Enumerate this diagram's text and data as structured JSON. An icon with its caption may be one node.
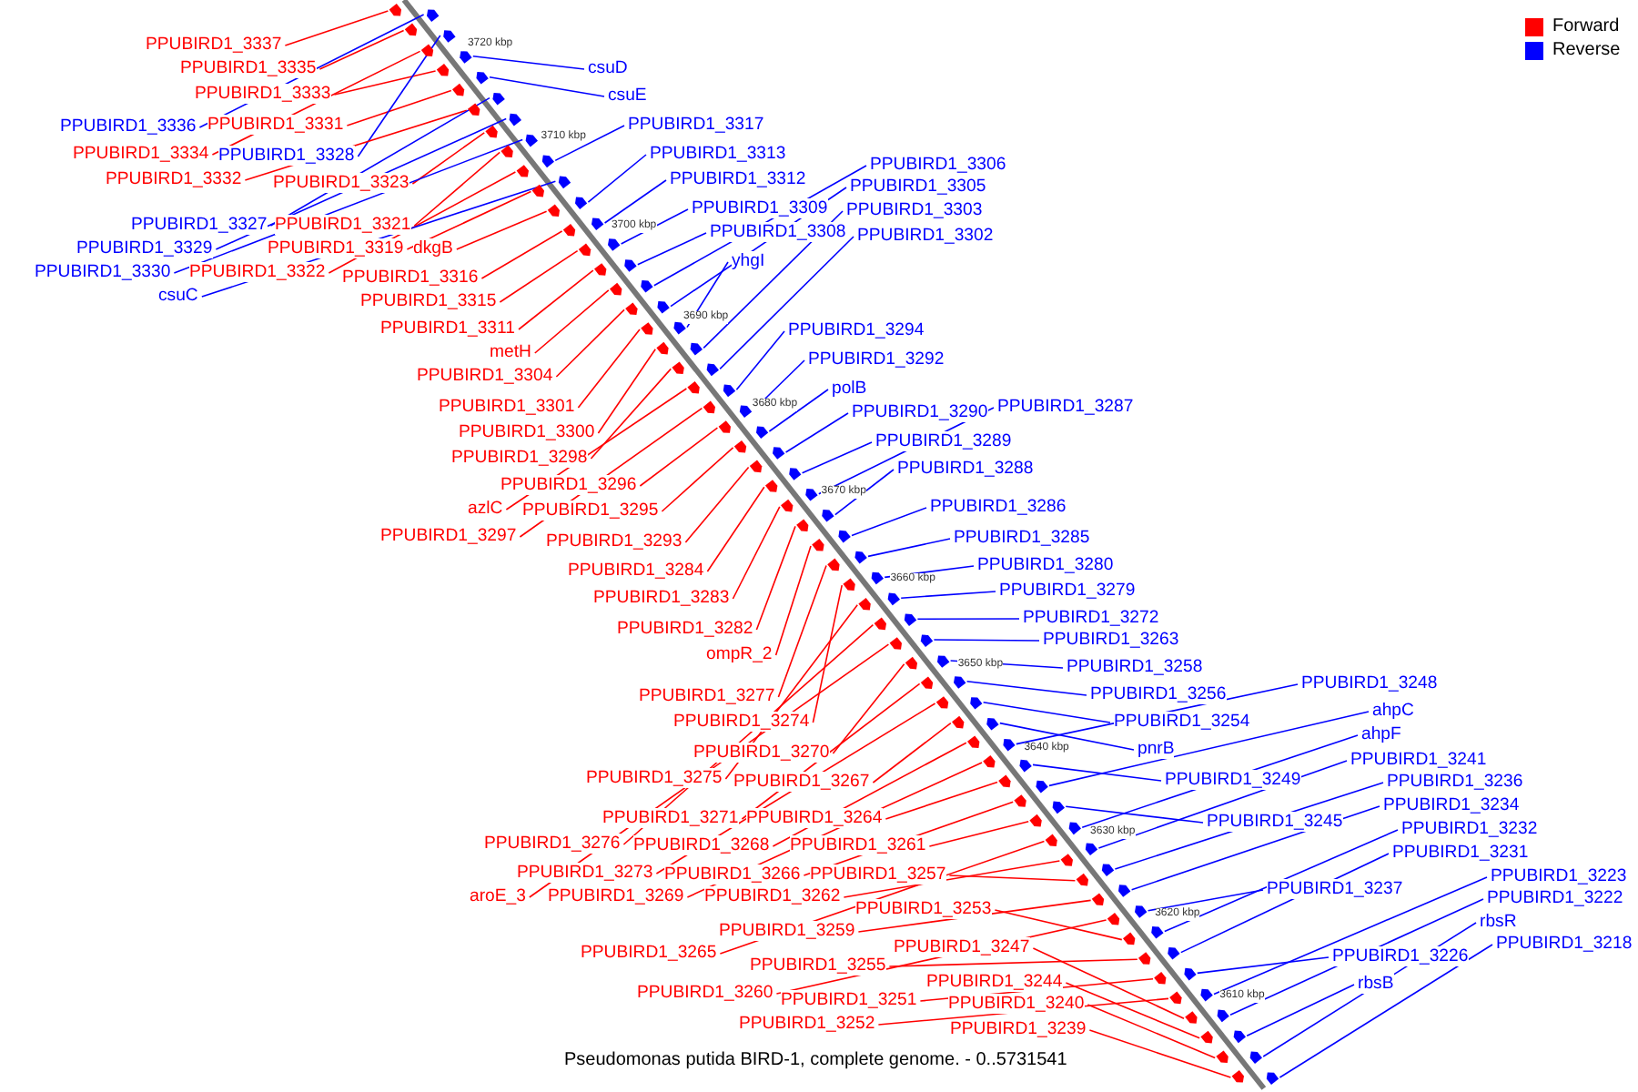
{
  "diagram": {
    "caption": "Pseudomonas putida BIRD-1, complete genome. - 0..5731541",
    "nodes": [
      {
        "text": [
          "PPUBIRD1_3337"
        ]
      },
      {
        "text": [
          "csuD"
        ]
      },
      {
        "text": [
          "PPUBIRD1_3335"
        ]
      },
      {
        "text": [
          "PPUBIRD1_3333"
        ]
      },
      {
        "text": [
          "csuE"
        ]
      },
      {
        "text": [
          "PPUBIRD1_3317"
        ]
      },
      {
        "text": [
          "PPUBIRD1_3336"
        ]
      },
      {
        "text": [
          "PPUBIRD1_3331"
        ]
      },
      {
        "text": [
          "PPUBIRD1_3334"
        ]
      },
      {
        "text": [
          "PPUBIRD1_3328"
        ]
      },
      {
        "text": [
          "PPUBIRD1_3313"
        ]
      },
      {
        "text": [
          "PPUBIRD1_3306"
        ]
      },
      {
        "text": [
          "PPUBIRD1_3332"
        ]
      },
      {
        "text": [
          "PPUBIRD1_3323"
        ]
      },
      {
        "text": [
          "PPUBIRD1_3312"
        ]
      },
      {
        "text": [
          "PPUBIRD1_3305"
        ]
      },
      {
        "text": [
          "PPUBIRD1_3309"
        ]
      },
      {
        "text": [
          "PPUBIRD1_3303"
        ]
      },
      {
        "text": [
          "PPUBIRD1_3327"
        ]
      },
      {
        "text": [
          "PPUBIRD1_3321"
        ]
      },
      {
        "text": [
          "PPUBIRD1_3308"
        ]
      },
      {
        "text": [
          "PPUBIRD1_3302"
        ]
      },
      {
        "text": [
          "PPUBIRD1_3329"
        ]
      },
      {
        "text": [
          "PPUBIRD1_3319"
        ]
      },
      {
        "text": [
          "dkgB"
        ]
      },
      {
        "text": [
          "yhgI"
        ]
      },
      {
        "text": [
          "PPUBIRD1_3330"
        ]
      },
      {
        "text": [
          "PPUBIRD1_3322"
        ]
      },
      {
        "text": [
          "PPUBIRD1_3316"
        ]
      },
      {
        "text": [
          "csuC"
        ]
      },
      {
        "text": [
          "PPUBIRD1_3315"
        ]
      },
      {
        "text": [
          "PPUBIRD1_3311"
        ]
      },
      {
        "text": [
          "PPUBIRD1_3294"
        ]
      },
      {
        "text": [
          "metH"
        ]
      },
      {
        "text": [
          "PPUBIRD1_3292"
        ]
      },
      {
        "text": [
          "PPUBIRD1_3304"
        ]
      },
      {
        "text": [
          "polB"
        ]
      },
      {
        "text": [
          "PPUBIRD1_3301"
        ]
      },
      {
        "text": [
          "PPUBIRD1_3287"
        ]
      },
      {
        "text": [
          "PPUBIRD1_3290"
        ]
      },
      {
        "text": [
          "PPUBIRD1_3300"
        ]
      },
      {
        "text": [
          "PPUBIRD1_3289"
        ]
      },
      {
        "text": [
          "PPUBIRD1_3298"
        ]
      },
      {
        "text": [
          "PPUBIRD1_3288"
        ]
      },
      {
        "text": [
          "PPUBIRD1_3296"
        ]
      },
      {
        "text": [
          "azlC"
        ]
      },
      {
        "text": [
          "PPUBIRD1_3286"
        ]
      },
      {
        "text": [
          "PPUBIRD1_3295"
        ]
      },
      {
        "text": [
          "PPUBIRD1_3297"
        ]
      },
      {
        "text": [
          "PPUBIRD1_3285"
        ]
      },
      {
        "text": [
          "PPUBIRD1_3293"
        ]
      },
      {
        "text": [
          "PPUBIRD1_3280"
        ]
      },
      {
        "text": [
          "PPUBIRD1_3284"
        ]
      },
      {
        "text": [
          "PPUBIRD1_3279"
        ]
      },
      {
        "text": [
          "PPUBIRD1_3283"
        ]
      },
      {
        "text": [
          "PPUBIRD1_3272"
        ]
      },
      {
        "text": [
          "PPUBIRD1_3282"
        ]
      },
      {
        "text": [
          "PPUBIRD1_3263"
        ]
      },
      {
        "text": [
          "ompR_2"
        ]
      },
      {
        "text": [
          "PPUBIRD1_3258"
        ]
      },
      {
        "text": [
          "PPUBIRD1_3248"
        ]
      },
      {
        "text": [
          "PPUBIRD1_3256"
        ]
      },
      {
        "text": [
          "PPUBIRD1_3277"
        ]
      },
      {
        "text": [
          "ahpC"
        ]
      },
      {
        "text": [
          "PPUBIRD1_3274"
        ]
      },
      {
        "text": [
          "PPUBIRD1_3254"
        ]
      },
      {
        "text": [
          "ahpF"
        ]
      },
      {
        "text": [
          "pnrB"
        ]
      },
      {
        "text": [
          "PPUBIRD1_3270"
        ]
      },
      {
        "text": [
          "PPUBIRD1_3241"
        ]
      },
      {
        "text": [
          "PPUBIRD1_3275"
        ]
      },
      {
        "text": [
          "PPUBIRD1_3249"
        ]
      },
      {
        "text": [
          "PPUBIRD1_3267"
        ]
      },
      {
        "text": [
          "PPUBIRD1_3236"
        ]
      },
      {
        "text": [
          "PPUBIRD1_3234"
        ]
      },
      {
        "text": [
          "PPUBIRD1_3271"
        ]
      },
      {
        "text": [
          "PPUBIRD1_3264"
        ]
      },
      {
        "text": [
          "PPUBIRD1_3245"
        ]
      },
      {
        "text": [
          "PPUBIRD1_3232"
        ]
      },
      {
        "text": [
          "PPUBIRD1_3276"
        ]
      },
      {
        "text": [
          "PPUBIRD1_3268"
        ]
      },
      {
        "text": [
          "PPUBIRD1_3261"
        ]
      },
      {
        "text": [
          "PPUBIRD1_3231"
        ]
      },
      {
        "text": [
          "PPUBIRD1_3273"
        ]
      },
      {
        "text": [
          "PPUBIRD1_3266"
        ]
      },
      {
        "text": [
          "PPUBIRD1_3257"
        ]
      },
      {
        "text": [
          "PPUBIRD1_3223"
        ]
      },
      {
        "text": [
          "PPUBIRD1_3237"
        ]
      },
      {
        "text": [
          "aroE_3"
        ]
      },
      {
        "text": [
          "PPUBIRD1_3269"
        ]
      },
      {
        "text": [
          "PPUBIRD1_3262"
        ]
      },
      {
        "text": [
          "PPUBIRD1_3222"
        ]
      },
      {
        "text": [
          "PPUBIRD1_3253"
        ]
      },
      {
        "text": [
          "rbsR"
        ]
      },
      {
        "text": [
          "PPUBIRD1_3259"
        ]
      },
      {
        "text": [
          "PPUBIRD1_3218"
        ]
      },
      {
        "text": [
          "PPUBIRD1_3247"
        ]
      },
      {
        "text": [
          "PPUBIRD1_3265"
        ]
      },
      {
        "text": [
          "PPUBIRD1_3226"
        ]
      },
      {
        "text": [
          "PPUBIRD1_3255"
        ]
      },
      {
        "text": [
          "PPUBIRD1_3244"
        ]
      },
      {
        "text": [
          "rbsB"
        ]
      },
      {
        "text": [
          "PPUBIRD1_3260"
        ]
      },
      {
        "text": [
          "PPUBIRD1_3251"
        ]
      },
      {
        "text": [
          "PPUBIRD1_3240"
        ]
      },
      {
        "text": [
          "PPUBIRD1_3252"
        ]
      },
      {
        "text": [
          "PPUBIRD1_3239"
        ]
      },
      {
        "text": [],
        "shape": "arrow"
      },
      {
        "text": [],
        "shape": "arrow"
      },
      {
        "text": [],
        "shape": "arrow"
      },
      {
        "text": [],
        "shape": "arrow"
      },
      {
        "text": [],
        "shape": "arrow"
      },
      {
        "text": [],
        "shape": "arrow"
      },
      {
        "text": [],
        "shape": "arrow"
      },
      {
        "text": [],
        "shape": "arrow"
      },
      {
        "text": [],
        "shape": "arrow"
      },
      {
        "text": [],
        "shape": "arrow"
      },
      {
        "text": [],
        "shape": "arrow"
      },
      {
        "text": [],
        "shape": "arrow"
      },
      {
        "text": [],
        "shape": "arrow"
      },
      {
        "text": [],
        "shape": "arrow"
      },
      {
        "text": [],
        "shape": "arrow"
      },
      {
        "text": [],
        "shape": "arrow"
      },
      {
        "text": [],
        "shape": "arrow"
      },
      {
        "text": [],
        "shape": "arrow"
      },
      {
        "text": [],
        "shape": "arrow"
      },
      {
        "text": [],
        "shape": "arrow"
      },
      {
        "text": [],
        "shape": "arrow"
      },
      {
        "text": [],
        "shape": "arrow"
      },
      {
        "text": [],
        "shape": "arrow"
      },
      {
        "text": [],
        "shape": "arrow"
      },
      {
        "text": [],
        "shape": "arrow"
      },
      {
        "text": [],
        "shape": "arrow"
      },
      {
        "text": [],
        "shape": "arrow"
      },
      {
        "text": [],
        "shape": "arrow"
      },
      {
        "text": [],
        "shape": "arrow"
      },
      {
        "text": [],
        "shape": "arrow"
      },
      {
        "text": [],
        "shape": "arrow"
      },
      {
        "text": [],
        "shape": "arrow"
      },
      {
        "text": [],
        "shape": "arrow"
      },
      {
        "text": [],
        "shape": "arrow"
      },
      {
        "text": [],
        "shape": "arrow"
      },
      {
        "text": [],
        "shape": "arrow"
      },
      {
        "text": [],
        "shape": "arrow"
      },
      {
        "text": [],
        "shape": "arrow"
      },
      {
        "text": [],
        "shape": "arrow"
      },
      {
        "text": [],
        "shape": "arrow"
      },
      {
        "text": [],
        "shape": "arrow"
      },
      {
        "text": [],
        "shape": "arrow"
      },
      {
        "text": [],
        "shape": "arrow"
      },
      {
        "text": [],
        "shape": "arrow"
      },
      {
        "text": [],
        "shape": "arrow"
      },
      {
        "text": [],
        "shape": "arrow"
      },
      {
        "text": [],
        "shape": "arrow"
      },
      {
        "text": [],
        "shape": "arrow"
      },
      {
        "text": [],
        "shape": "arrow"
      },
      {
        "text": [],
        "shape": "arrow"
      },
      {
        "text": [],
        "shape": "arrow"
      },
      {
        "text": [],
        "shape": "arrow"
      },
      {
        "text": [],
        "shape": "arrow"
      },
      {
        "text": [],
        "shape": "arrow"
      },
      {
        "text": [],
        "shape": "arrow"
      },
      {
        "text": [],
        "shape": "arrow"
      },
      {
        "text": [],
        "shape": "arrow"
      },
      {
        "text": [],
        "shape": "arrow"
      },
      {
        "text": [],
        "shape": "arrow"
      },
      {
        "text": [],
        "shape": "arrow"
      },
      {
        "text": [],
        "shape": "arrow"
      },
      {
        "text": [],
        "shape": "arrow"
      },
      {
        "text": [],
        "shape": "arrow"
      },
      {
        "text": [],
        "shape": "arrow"
      },
      {
        "text": [],
        "shape": "arrow"
      },
      {
        "text": [],
        "shape": "arrow"
      },
      {
        "text": [],
        "shape": "arrow"
      },
      {
        "text": [],
        "shape": "arrow"
      },
      {
        "text": [],
        "shape": "arrow"
      },
      {
        "text": [],
        "shape": "arrow"
      },
      {
        "text": [],
        "shape": "arrow"
      },
      {
        "text": [],
        "shape": "arrow"
      },
      {
        "text": [],
        "shape": "arrow"
      },
      {
        "text": [],
        "shape": "arrow"
      },
      {
        "text": [],
        "shape": "arrow"
      },
      {
        "text": [],
        "shape": "arrow"
      },
      {
        "text": [],
        "shape": "arrow"
      },
      {
        "text": [],
        "shape": "arrow"
      },
      {
        "text": [],
        "shape": "arrow"
      },
      {
        "text": [],
        "shape": "arrow"
      },
      {
        "text": [],
        "shape": "arrow"
      },
      {
        "text": [],
        "shape": "arrow"
      },
      {
        "text": [],
        "shape": "arrow"
      },
      {
        "text": [],
        "shape": "arrow"
      },
      {
        "text": [],
        "shape": "arrow"
      },
      {
        "text": [],
        "shape": "arrow"
      },
      {
        "text": [],
        "shape": "arrow"
      },
      {
        "text": [],
        "shape": "arrow"
      },
      {
        "text": [],
        "shape": "arrow"
      },
      {
        "text": [],
        "shape": "arrow"
      },
      {
        "text": [],
        "shape": "arrow"
      },
      {
        "text": [],
        "shape": "arrow"
      },
      {
        "text": [],
        "shape": "arrow"
      },
      {
        "text": [],
        "shape": "arrow"
      },
      {
        "text": [],
        "shape": "arrow"
      },
      {
        "text": [],
        "shape": "arrow"
      },
      {
        "text": [],
        "shape": "arrow"
      },
      {
        "text": [],
        "shape": "arrow"
      },
      {
        "text": [],
        "shape": "arrow"
      },
      {
        "text": [],
        "shape": "arrow"
      },
      {
        "text": [],
        "shape": "arrow"
      },
      {
        "text": [],
        "shape": "arrow"
      },
      {
        "text": [],
        "shape": "arrow"
      },
      {
        "text": [],
        "shape": "arrow"
      },
      {
        "text": [],
        "shape": "arrow"
      },
      {
        "text": [],
        "shape": "arrow"
      },
      {
        "text": [],
        "shape": "arrow"
      }
    ],
    "edges": [
      {
        "from": 0,
        "to": 107,
        "arrow": "none"
      },
      {
        "from": 1,
        "to": 108,
        "arrow": "none",
        "color": "#0000ff"
      },
      {
        "from": 2,
        "to": 109,
        "arrow": "none"
      },
      {
        "from": 3,
        "to": 110,
        "arrow": "none"
      },
      {
        "from": 4,
        "to": 111,
        "arrow": "none",
        "color": "#0000ff"
      },
      {
        "from": 5,
        "to": 112,
        "arrow": "none",
        "color": "#0000ff"
      },
      {
        "from": 6,
        "to": 113,
        "arrow": "none",
        "color": "#0000ff"
      },
      {
        "from": 7,
        "to": 114,
        "arrow": "none"
      },
      {
        "from": 8,
        "to": 115,
        "arrow": "none"
      },
      {
        "from": 9,
        "to": 116,
        "arrow": "none",
        "color": "#0000ff"
      },
      {
        "from": 10,
        "to": 117,
        "arrow": "none",
        "color": "#0000ff"
      },
      {
        "from": 11,
        "to": 118,
        "arrow": "none",
        "color": "#0000ff"
      },
      {
        "from": 12,
        "to": 119,
        "arrow": "none"
      },
      {
        "from": 13,
        "to": 120,
        "arrow": "none"
      },
      {
        "from": 14,
        "to": 121,
        "arrow": "none",
        "color": "#0000ff"
      },
      {
        "from": 15,
        "to": 122,
        "arrow": "none",
        "color": "#0000ff"
      },
      {
        "from": 16,
        "to": 123,
        "arrow": "none",
        "color": "#0000ff"
      },
      {
        "from": 17,
        "to": 124,
        "arrow": "none",
        "color": "#0000ff"
      },
      {
        "from": 18,
        "to": 125,
        "arrow": "none",
        "color": "#0000ff"
      },
      {
        "from": 19,
        "to": 126,
        "arrow": "none"
      },
      {
        "from": 20,
        "to": 127,
        "arrow": "none",
        "color": "#0000ff"
      },
      {
        "from": 21,
        "to": 128,
        "arrow": "none",
        "color": "#0000ff"
      },
      {
        "from": 22,
        "to": 129,
        "arrow": "none",
        "color": "#0000ff"
      },
      {
        "from": 23,
        "to": 130,
        "arrow": "none"
      },
      {
        "from": 24,
        "to": 131,
        "arrow": "none"
      },
      {
        "from": 25,
        "to": 132,
        "arrow": "none",
        "color": "#0000ff"
      },
      {
        "from": 26,
        "to": 133,
        "arrow": "none",
        "color": "#0000ff"
      },
      {
        "from": 27,
        "to": 134,
        "arrow": "none"
      },
      {
        "from": 28,
        "to": 135,
        "arrow": "none"
      },
      {
        "from": 29,
        "to": 136,
        "arrow": "none",
        "color": "#0000ff"
      },
      {
        "from": 30,
        "to": 137,
        "arrow": "none"
      },
      {
        "from": 31,
        "to": 138,
        "arrow": "none"
      },
      {
        "from": 32,
        "to": 139,
        "arrow": "none",
        "color": "#0000ff"
      },
      {
        "from": 33,
        "to": 140,
        "arrow": "none"
      },
      {
        "from": 34,
        "to": 141,
        "arrow": "none",
        "color": "#0000ff"
      },
      {
        "from": 35,
        "to": 142,
        "arrow": "none"
      },
      {
        "from": 36,
        "to": 143,
        "arrow": "none",
        "color": "#0000ff"
      },
      {
        "from": 37,
        "to": 144,
        "arrow": "none"
      },
      {
        "from": 38,
        "to": 145,
        "arrow": "none",
        "color": "#0000ff"
      },
      {
        "from": 39,
        "to": 146,
        "arrow": "none",
        "color": "#0000ff"
      },
      {
        "from": 40,
        "to": 147,
        "arrow": "none"
      },
      {
        "from": 41,
        "to": 148,
        "arrow": "none",
        "color": "#0000ff"
      },
      {
        "from": 42,
        "to": 149,
        "arrow": "none"
      },
      {
        "from": 43,
        "to": 150,
        "arrow": "none",
        "color": "#0000ff"
      },
      {
        "from": 44,
        "to": 151,
        "arrow": "none"
      },
      {
        "from": 45,
        "to": 152,
        "arrow": "none"
      },
      {
        "from": 46,
        "to": 153,
        "arrow": "none",
        "color": "#0000ff"
      },
      {
        "from": 47,
        "to": 154,
        "arrow": "none"
      },
      {
        "from": 48,
        "to": 155,
        "arrow": "none"
      },
      {
        "from": 49,
        "to": 156,
        "arrow": "none",
        "color": "#0000ff"
      },
      {
        "from": 50,
        "to": 157,
        "arrow": "none"
      },
      {
        "from": 51,
        "to": 158,
        "arrow": "none",
        "color": "#0000ff"
      },
      {
        "from": 52,
        "to": 159,
        "arrow": "none"
      },
      {
        "from": 53,
        "to": 160,
        "arrow": "none",
        "color": "#0000ff"
      },
      {
        "from": 54,
        "to": 161,
        "arrow": "none"
      },
      {
        "from": 55,
        "to": 162,
        "arrow": "none",
        "color": "#0000ff"
      },
      {
        "from": 56,
        "to": 163,
        "arrow": "none"
      },
      {
        "from": 57,
        "to": 164,
        "arrow": "none",
        "color": "#0000ff"
      },
      {
        "from": 58,
        "to": 165,
        "arrow": "none"
      },
      {
        "from": 59,
        "to": 166,
        "arrow": "none",
        "color": "#0000ff"
      },
      {
        "from": 60,
        "to": 167,
        "arrow": "none",
        "color": "#0000ff"
      },
      {
        "from": 61,
        "to": 168,
        "arrow": "none",
        "color": "#0000ff"
      },
      {
        "from": 62,
        "to": 169,
        "arrow": "none"
      },
      {
        "from": 63,
        "to": 170,
        "arrow": "none",
        "color": "#0000ff"
      },
      {
        "from": 64,
        "to": 171,
        "arrow": "none"
      },
      {
        "from": 65,
        "to": 172,
        "arrow": "none",
        "color": "#0000ff"
      },
      {
        "from": 66,
        "to": 173,
        "arrow": "none",
        "color": "#0000ff"
      },
      {
        "from": 67,
        "to": 174,
        "arrow": "none",
        "color": "#0000ff"
      },
      {
        "from": 68,
        "to": 175,
        "arrow": "none"
      },
      {
        "from": 69,
        "to": 176,
        "arrow": "none",
        "color": "#0000ff"
      },
      {
        "from": 70,
        "to": 177,
        "arrow": "none"
      },
      {
        "from": 71,
        "to": 178,
        "arrow": "none",
        "color": "#0000ff"
      },
      {
        "from": 72,
        "to": 179,
        "arrow": "none"
      },
      {
        "from": 73,
        "to": 180,
        "arrow": "none",
        "color": "#0000ff"
      },
      {
        "from": 74,
        "to": 181,
        "arrow": "none",
        "color": "#0000ff"
      },
      {
        "from": 75,
        "to": 182,
        "arrow": "none"
      },
      {
        "from": 76,
        "to": 183,
        "arrow": "none"
      },
      {
        "from": 77,
        "to": 184,
        "arrow": "none",
        "color": "#0000ff"
      },
      {
        "from": 78,
        "to": 185,
        "arrow": "none",
        "color": "#0000ff"
      },
      {
        "from": 79,
        "to": 186,
        "arrow": "none"
      },
      {
        "from": 80,
        "to": 187,
        "arrow": "none"
      },
      {
        "from": 81,
        "to": 188,
        "arrow": "none"
      },
      {
        "from": 82,
        "to": 189,
        "arrow": "none",
        "color": "#0000ff"
      },
      {
        "from": 83,
        "to": 190,
        "arrow": "none"
      },
      {
        "from": 84,
        "to": 191,
        "arrow": "none"
      },
      {
        "from": 85,
        "to": 192,
        "arrow": "none"
      },
      {
        "from": 86,
        "to": 193,
        "arrow": "none",
        "color": "#0000ff"
      },
      {
        "from": 87,
        "to": 194,
        "arrow": "none",
        "color": "#0000ff"
      },
      {
        "from": 88,
        "to": 195,
        "arrow": "none"
      },
      {
        "from": 89,
        "to": 196,
        "arrow": "none"
      },
      {
        "from": 90,
        "to": 197,
        "arrow": "none"
      },
      {
        "from": 91,
        "to": 198,
        "arrow": "none",
        "color": "#0000ff"
      },
      {
        "from": 92,
        "to": 199,
        "arrow": "none"
      },
      {
        "from": 93,
        "to": 200,
        "arrow": "none",
        "color": "#0000ff"
      },
      {
        "from": 94,
        "to": 201,
        "arrow": "none"
      },
      {
        "from": 95,
        "to": 202,
        "arrow": "none",
        "color": "#0000ff"
      },
      {
        "from": 96,
        "to": 203,
        "arrow": "none"
      },
      {
        "from": 97,
        "to": 204,
        "arrow": "none"
      },
      {
        "from": 98,
        "to": 205,
        "arrow": "none",
        "color": "#0000ff"
      },
      {
        "from": 99,
        "to": 206,
        "arrow": "none"
      },
      {
        "from": 100,
        "to": 207,
        "arrow": "none"
      },
      {
        "from": 101,
        "to": 208,
        "arrow": "none",
        "color": "#0000ff"
      },
      {
        "from": 102,
        "to": 209,
        "arrow": "none"
      },
      {
        "from": 103,
        "to": 210,
        "arrow": "none"
      },
      {
        "from": 104,
        "to": 211,
        "arrow": "none"
      },
      {
        "from": 105,
        "to": 212,
        "arrow": "none"
      },
      {
        "from": 106,
        "to": 213,
        "arrow": "none"
      }
    ],
    "labels": [
      "3720 kbp",
      "3710 kbp",
      "3700 kbp",
      "3690 kbp",
      "3680 kbp",
      "3670 kbp",
      "3660 kbp",
      "3650 kbp",
      "3640 kbp",
      "3630 kbp",
      "3620 kbp",
      "3610 kbp"
    ],
    "legend": [
      {
        "text": "Forward",
        "color": "#ff0000"
      },
      {
        "text": "Reverse",
        "color": "#0000ff"
      }
    ]
  }
}
